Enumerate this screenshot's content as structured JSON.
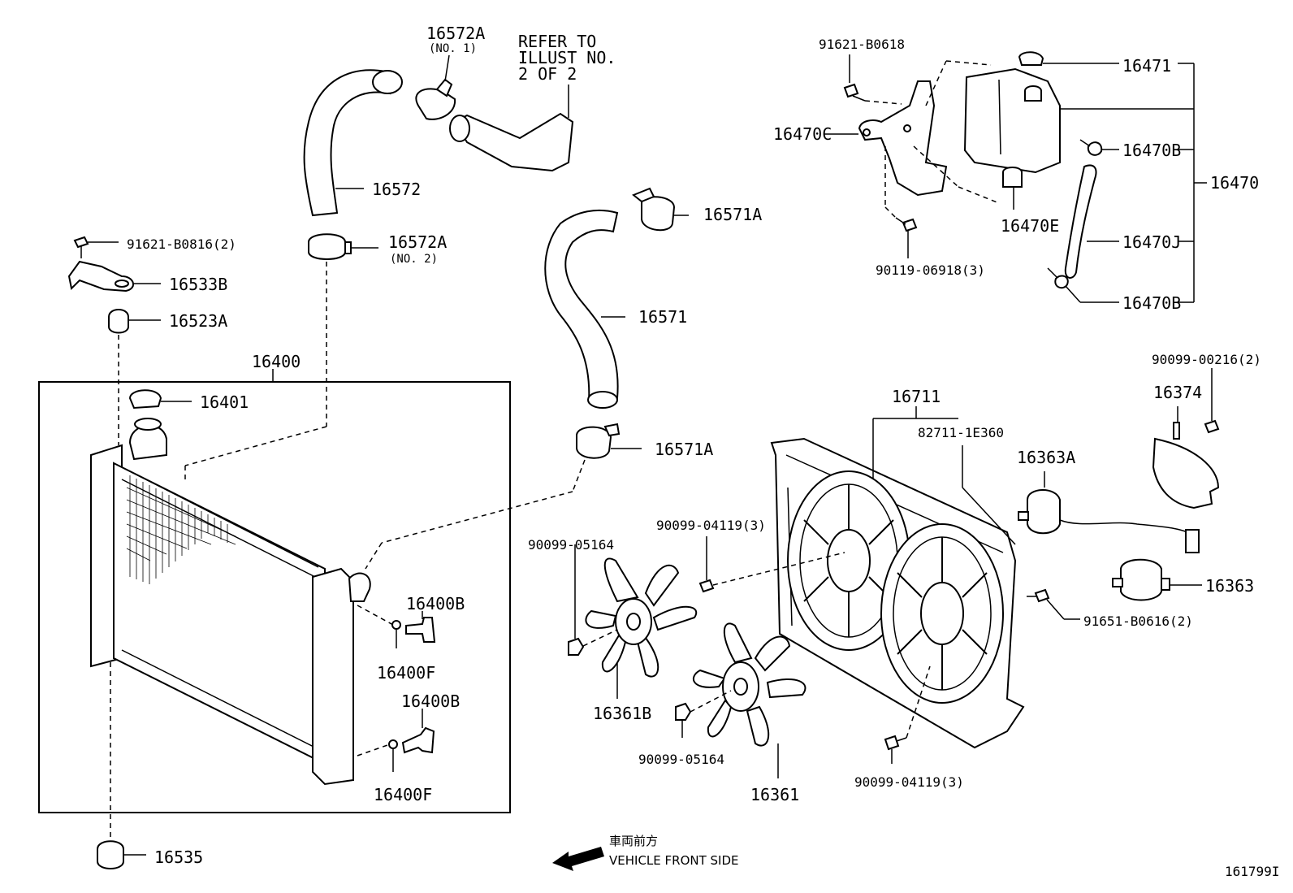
{
  "labels": {
    "p16572A_no1": "16572A",
    "p16572A_no1_sub": "(NO. 1)",
    "refer_line1": "REFER TO",
    "refer_line2": "ILLUST NO.",
    "refer_line3": "2 OF 2",
    "p16572": "16572",
    "p16572A_no2": "16572A",
    "p16572A_no2_sub": "(NO. 2)",
    "p16571A_top": "16571A",
    "p16571": "16571",
    "p16571A_bottom": "16571A",
    "p91621_B0816": "91621-B0816(2)",
    "p16533B": "16533B",
    "p16523A": "16523A",
    "p16400": "16400",
    "p16401": "16401",
    "p16400B_upper": "16400B",
    "p16400F_upper": "16400F",
    "p16400B_lower": "16400B",
    "p16400F_lower": "16400F",
    "p16535": "16535",
    "p91621_B0618": "91621-B0618",
    "p16470C": "16470C",
    "p90119_06918": "90119-06918(3)",
    "p16471": "16471",
    "p16470B_upper": "16470B",
    "p16470": "16470",
    "p16470E": "16470E",
    "p16470J": "16470J",
    "p16470B_lower": "16470B",
    "p90099_00216": "90099-00216(2)",
    "p16374": "16374",
    "p16711": "16711",
    "p82711_1E360": "82711-1E360",
    "p16363A": "16363A",
    "p90099_04119_top": "90099-04119(3)",
    "p90099_05164_left": "90099-05164",
    "p16363": "16363",
    "p91651_B0616": "91651-B0616(2)",
    "p16361B": "16361B",
    "p90099_05164_bottom": "90099-05164",
    "p16361": "16361",
    "p90099_04119_bottom": "90099-04119(3)"
  },
  "direction": {
    "japanese": "車両前方",
    "english": "VEHICLE FRONT SIDE"
  },
  "illustration_number": "161799I",
  "icons": [
    "arrow-left-icon"
  ],
  "colors": {
    "line": "#000000",
    "background": "#ffffff"
  }
}
